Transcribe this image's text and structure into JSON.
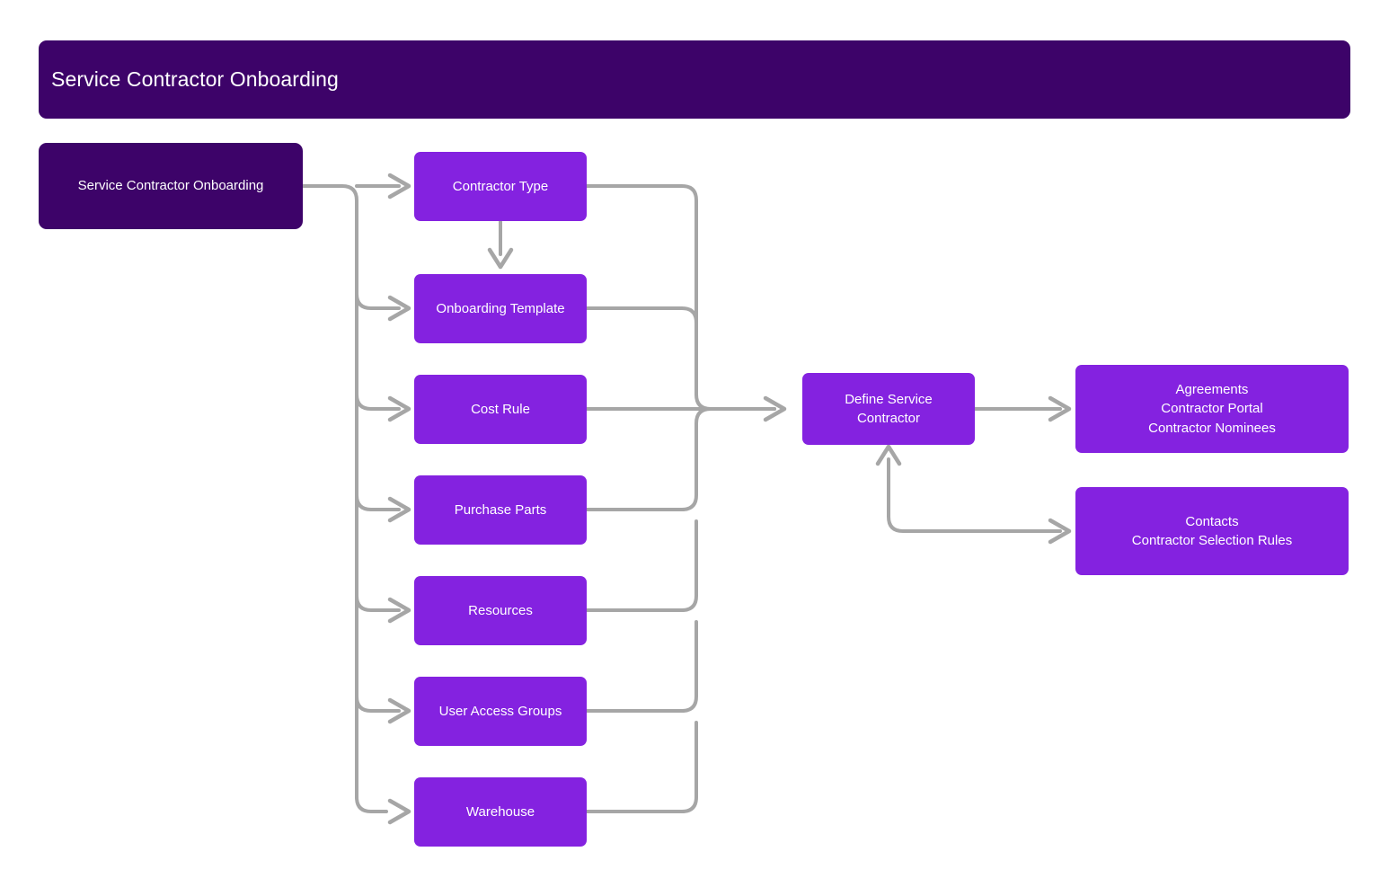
{
  "page": {
    "background_color": "#ffffff",
    "connector_color": "#a6a6a6"
  },
  "header": {
    "title": "Service Contractor Onboarding",
    "background_color": "#3d0369",
    "text_color": "#ffffff"
  },
  "diagram": {
    "type": "flowchart",
    "root": {
      "label": "Service Contractor Onboarding",
      "color": "#3d0369"
    },
    "steps": [
      {
        "label": "Contractor Type",
        "color": "#8422e0"
      },
      {
        "label": "Onboarding Template",
        "color": "#8422e0"
      },
      {
        "label": "Cost Rule",
        "color": "#8422e0"
      },
      {
        "label": "Purchase Parts",
        "color": "#8422e0"
      },
      {
        "label": "Resources",
        "color": "#8422e0"
      },
      {
        "label": "User Access Groups",
        "color": "#8422e0"
      },
      {
        "label": "Warehouse",
        "color": "#8422e0"
      }
    ],
    "hub": {
      "label": "Define Service\nContractor",
      "color": "#8422e0"
    },
    "outputs": [
      {
        "label": "Agreements\nContractor Portal\nContractor Nominees",
        "color": "#8422e0"
      },
      {
        "label": "Contacts\nContractor Selection Rules",
        "color": "#8422e0"
      }
    ],
    "edges": [
      {
        "from": "root",
        "to": "Contractor Type"
      },
      {
        "from": "root",
        "to": "Onboarding Template"
      },
      {
        "from": "root",
        "to": "Cost Rule"
      },
      {
        "from": "root",
        "to": "Purchase Parts"
      },
      {
        "from": "root",
        "to": "Resources"
      },
      {
        "from": "root",
        "to": "User Access Groups"
      },
      {
        "from": "root",
        "to": "Warehouse"
      },
      {
        "from": "Contractor Type",
        "to": "Onboarding Template"
      },
      {
        "from": "Contractor Type",
        "to": "Define Service Contractor"
      },
      {
        "from": "Onboarding Template",
        "to": "Define Service Contractor"
      },
      {
        "from": "Cost Rule",
        "to": "Define Service Contractor"
      },
      {
        "from": "Purchase Parts",
        "to": "Define Service Contractor"
      },
      {
        "from": "Resources",
        "to": "Define Service Contractor"
      },
      {
        "from": "User Access Groups",
        "to": "Define Service Contractor"
      },
      {
        "from": "Warehouse",
        "to": "Define Service Contractor"
      },
      {
        "from": "Define Service Contractor",
        "to": "Agreements"
      },
      {
        "from": "Define Service Contractor",
        "to": "Contacts"
      },
      {
        "from": "Contacts branch",
        "to": "Define Service Contractor"
      }
    ]
  }
}
